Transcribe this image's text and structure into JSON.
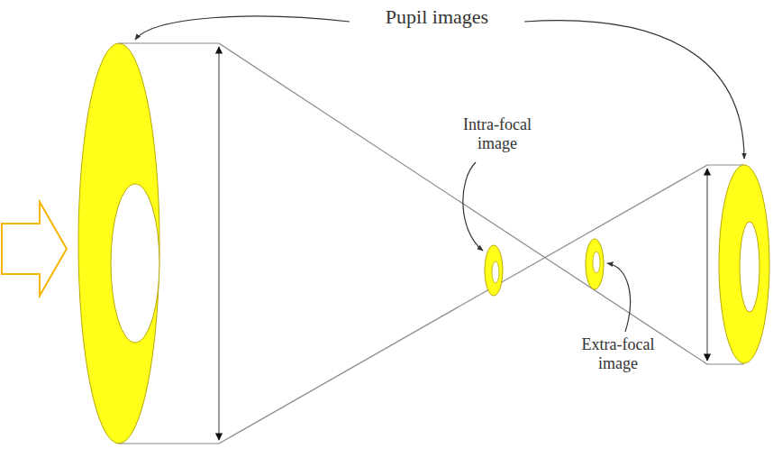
{
  "diagram": {
    "labels": [
      "Pupil images",
      "Intra-focal image",
      "Extra-focal image"
    ]
  }
}
